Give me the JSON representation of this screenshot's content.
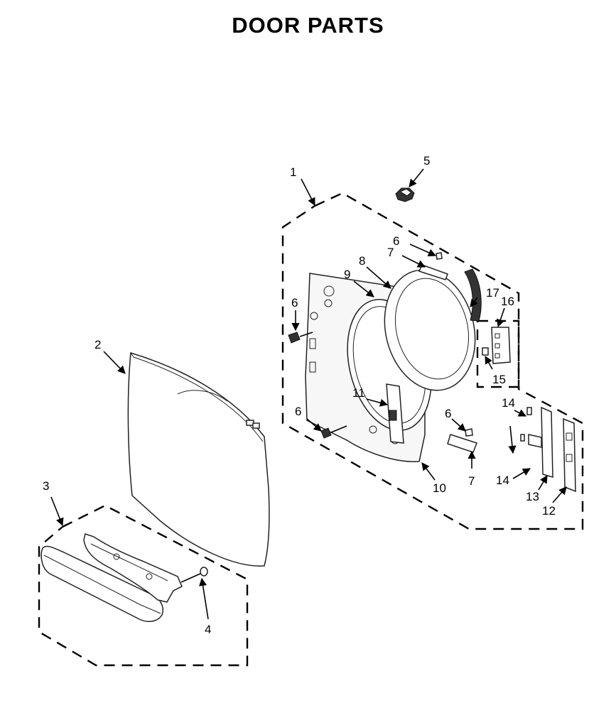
{
  "title": "DOOR PARTS",
  "callouts": [
    {
      "id": "c1",
      "label": "1"
    },
    {
      "id": "c2",
      "label": "2"
    },
    {
      "id": "c3",
      "label": "3"
    },
    {
      "id": "c4",
      "label": "4"
    },
    {
      "id": "c5",
      "label": "5"
    },
    {
      "id": "c6a",
      "label": "6"
    },
    {
      "id": "c6b",
      "label": "6"
    },
    {
      "id": "c6c",
      "label": "6"
    },
    {
      "id": "c6d",
      "label": "6"
    },
    {
      "id": "c7a",
      "label": "7"
    },
    {
      "id": "c7b",
      "label": "7"
    },
    {
      "id": "c8",
      "label": "8"
    },
    {
      "id": "c9",
      "label": "9"
    },
    {
      "id": "c10",
      "label": "10"
    },
    {
      "id": "c11",
      "label": "11"
    },
    {
      "id": "c12",
      "label": "12"
    },
    {
      "id": "c13",
      "label": "13"
    },
    {
      "id": "c14a",
      "label": "14"
    },
    {
      "id": "c14b",
      "label": "14"
    },
    {
      "id": "c15",
      "label": "15"
    },
    {
      "id": "c16",
      "label": "16"
    },
    {
      "id": "c17",
      "label": "17"
    }
  ]
}
